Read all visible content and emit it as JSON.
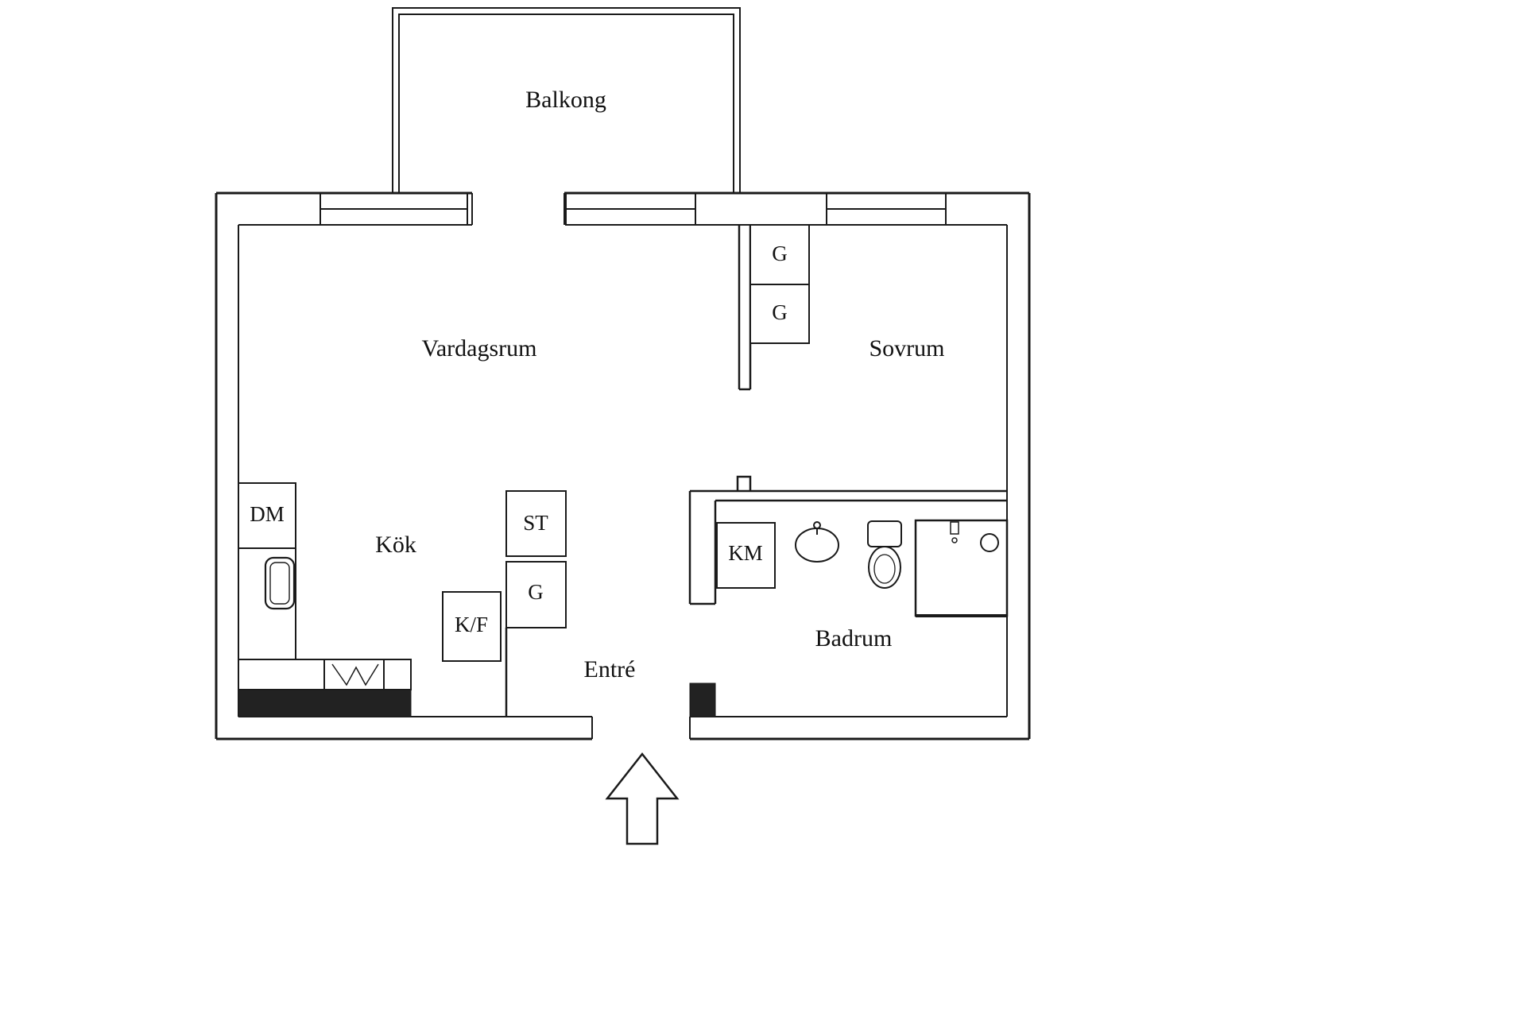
{
  "colors": {
    "background": "#ffffff",
    "line": "#1a1a1a",
    "text": "#111111"
  },
  "rooms": {
    "balkong": "Balkong",
    "vardagsrum": "Vardagsrum",
    "sovrum": "Sovrum",
    "kok": "Kök",
    "badrum": "Badrum",
    "entre": "Entré"
  },
  "fixtures": {
    "dm": "DM",
    "st": "ST",
    "g_hall": "G",
    "kf": "K/F",
    "km": "KM",
    "g_bedroom_top": "G",
    "g_bedroom_bottom": "G"
  }
}
